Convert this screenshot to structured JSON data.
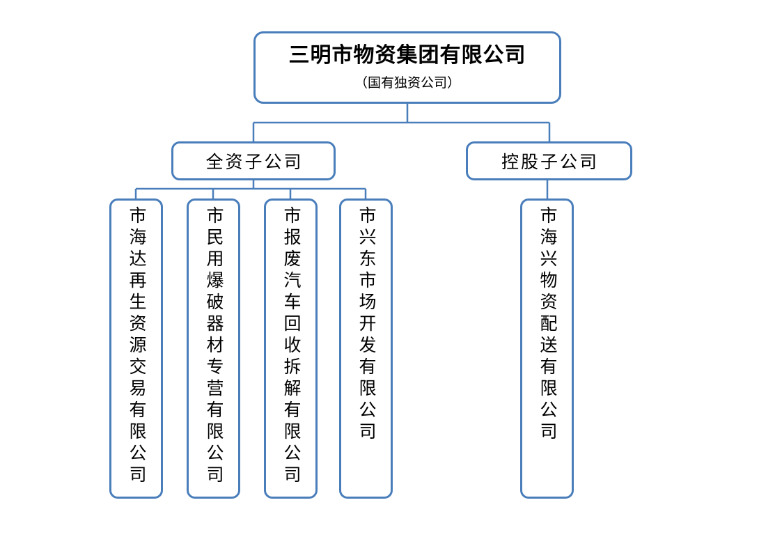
{
  "diagram": {
    "type": "org-chart",
    "orientation": "top-down",
    "line_color": "#4a7ebb",
    "box_border_color": "#4a7ebb",
    "box_fill_color": "#ffffff",
    "text_color": "#000000",
    "background_color": "#ffffff"
  },
  "root": {
    "title": "三明市物资集团有限公司",
    "subtitle": "（国有独资公司）"
  },
  "branches": [
    {
      "label": "全资子公司"
    },
    {
      "label": "控股子公司"
    }
  ],
  "leaves": [
    {
      "label": "市海达再生资源交易有限公司",
      "branch": "全资子公司"
    },
    {
      "label": "市民用爆破器材专营有限公司",
      "branch": "全资子公司"
    },
    {
      "label": "市报废汽车回收拆解有限公司",
      "branch": "全资子公司"
    },
    {
      "label": "市兴东市场开发有限公司",
      "branch": "全资子公司"
    },
    {
      "label": "市海兴物资配送有限公司",
      "branch": "控股子公司"
    }
  ]
}
